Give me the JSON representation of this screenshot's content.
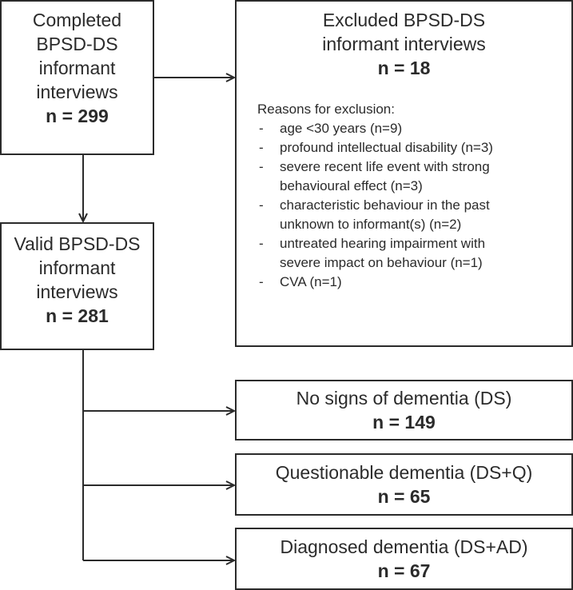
{
  "completed": {
    "lines": [
      "Completed",
      "BPSD-DS",
      "informant",
      "interviews"
    ],
    "n": "n = 299"
  },
  "excluded": {
    "lines": [
      "Excluded BPSD-DS",
      "informant interviews"
    ],
    "n": "n = 18",
    "reasons_title": "Reasons for exclusion:",
    "reasons": [
      [
        "age <30 years (n=9)"
      ],
      [
        "profound intellectual disability (n=3)"
      ],
      [
        "severe recent life event with strong",
        "behavioural effect (n=3)"
      ],
      [
        "characteristic behaviour in the past",
        "unknown to informant(s) (n=2)"
      ],
      [
        "untreated hearing impairment with",
        "severe impact on behaviour  (n=1)"
      ],
      [
        "CVA (n=1)"
      ]
    ]
  },
  "valid": {
    "lines": [
      "Valid BPSD-DS",
      "informant",
      "interviews"
    ],
    "n": "n = 281"
  },
  "no_signs": {
    "label": "No signs of dementia (DS)",
    "n": "n = 149"
  },
  "questionable": {
    "label": "Questionable dementia (DS+Q)",
    "n": "n = 65"
  },
  "diagnosed": {
    "label": "Diagnosed dementia (DS+AD)",
    "n": "n = 67"
  }
}
